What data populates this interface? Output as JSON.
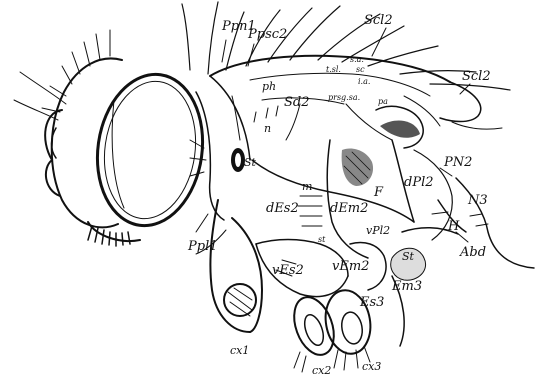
{
  "labels": {
    "ppn1": "Ppn1",
    "ppsc2": "Ppsc2",
    "scl2_top": "Scl2",
    "scl2_right": "Scl2",
    "ph": "ph",
    "sd2": "Sd2",
    "n": "n",
    "sa": "s.a.",
    "tsl": "t.sl.",
    "sc": "sc",
    "ia": "i.a.",
    "prsgsa": "prsg.sa.",
    "pa": "pa",
    "pn2": "PN2",
    "st_thorax": "St",
    "f": "F",
    "m": "m",
    "des2": "dEs2",
    "dem2": "dEm2",
    "dpl2": "dPl2",
    "n3": "N3",
    "h": "H",
    "abd": "Abd",
    "vpl2": "vPl2",
    "st_leg": "St",
    "ves2": "vEs2",
    "vem2": "vEm2",
    "st_small": "st",
    "em3": "Em3",
    "es3": "Es3",
    "ppl1": "Ppl1",
    "cx1": "cx1",
    "cx2": "cx2",
    "cx3": "cx3"
  }
}
